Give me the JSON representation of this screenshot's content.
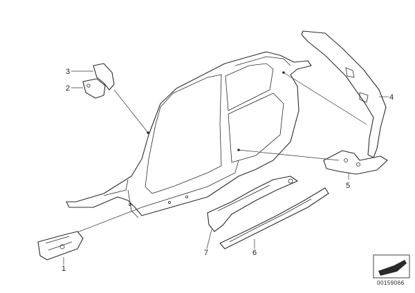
{
  "diagram": {
    "callouts": [
      {
        "id": "1",
        "label": "1"
      },
      {
        "id": "2",
        "label": "2"
      },
      {
        "id": "3",
        "label": "3"
      },
      {
        "id": "4",
        "label": "4"
      },
      {
        "id": "5",
        "label": "5"
      },
      {
        "id": "6",
        "label": "6"
      },
      {
        "id": "7",
        "label": "7"
      }
    ],
    "document_id": "00159066",
    "colors": {
      "line": "#2a2a2a",
      "background": "#ffffff"
    }
  }
}
